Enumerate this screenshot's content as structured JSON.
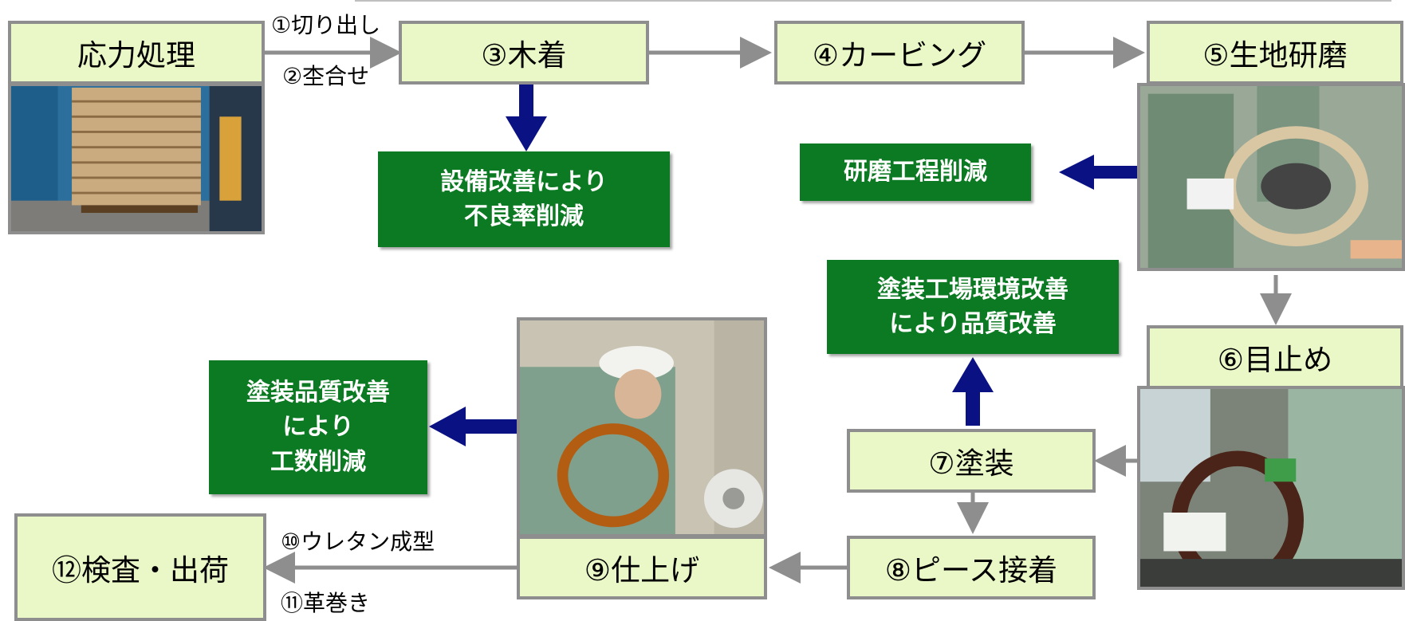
{
  "steps": {
    "stress": "応力処理",
    "glue": "③木着",
    "carving": "④カービング",
    "sanding": "⑤生地研磨",
    "filling": "⑥目止め",
    "painting": "⑦塗装",
    "piece": "⑧ピース接着",
    "finishing": "⑨仕上げ",
    "inspection": "⑫検査・出荷"
  },
  "edge_labels": {
    "cutout": "①切り出し",
    "assembly": "②杢合せ",
    "urethane": "⑩ウレタン成型",
    "leather": "⑪革巻き"
  },
  "improvements": {
    "equipment": [
      "設備改善により",
      "不良率削減"
    ],
    "sanding_cut": [
      "研磨工程削減"
    ],
    "paint_env": [
      "塗装工場環境改善",
      "により品質改善"
    ],
    "paint_quality": [
      "塗装品質改善",
      "により",
      "工数削減"
    ]
  },
  "colors": {
    "box_fill": "#eaf8c8",
    "box_border": "#8e8e8e",
    "improvement_fill": "#0b7a22",
    "flow_arrow": "#8e8e8e",
    "improvement_arrow": "#0a1183"
  },
  "photos": [
    "lumber-stack-photo",
    "sanding-steering-wheel-photo",
    "filling-steering-wheel-photo",
    "finishing-steering-wheel-photo"
  ]
}
